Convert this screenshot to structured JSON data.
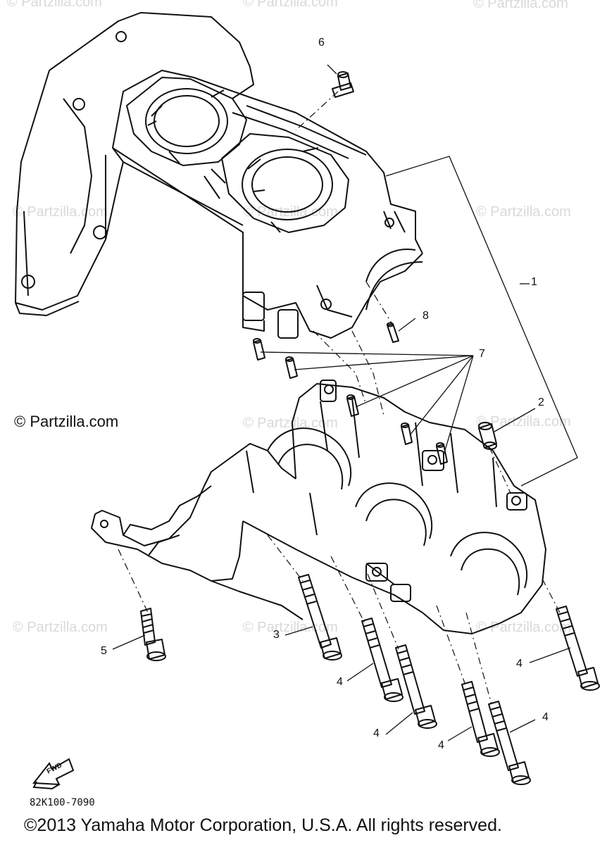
{
  "watermarks": [
    "© Partzilla.com",
    "© Partzilla.com",
    "© Partzilla.com",
    "© Partzilla.com",
    "© Partzilla.com",
    "© Partzilla.com",
    "© Partzilla.com",
    "© Partzilla.com",
    "© Partzilla.com",
    "© Partzilla.com",
    "© Partzilla.com"
  ],
  "main_watermark": "© Partzilla.com",
  "callouts": [
    "6",
    "1",
    "8",
    "7",
    "2",
    "5",
    "3",
    "4",
    "4",
    "4",
    "4",
    "4"
  ],
  "fwd_label": "FWD",
  "diagram_code": "82K100-7090",
  "copyright": "©2013 Yamaha Motor Corporation, U.S.A. All rights reserved."
}
